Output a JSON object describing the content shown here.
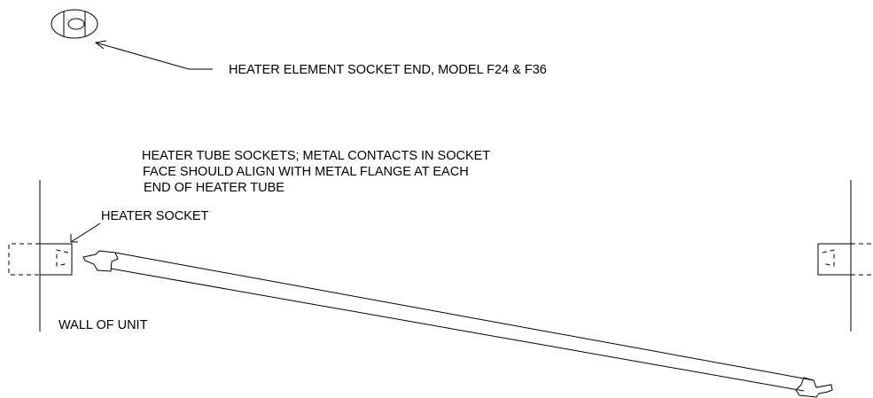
{
  "labels": {
    "socket_end": "HEATER ELEMENT SOCKET END, MODEL F24 & F36",
    "tube_sockets_line1": "HEATER TUBE SOCKETS;  METAL CONTACTS IN SOCKET",
    "tube_sockets_line2": "FACE SHOULD ALIGN WITH METAL FLANGE AT EACH",
    "tube_sockets_line3": "END OF HEATER TUBE",
    "heater_socket": "HEATER SOCKET",
    "wall_of_unit": "WALL OF UNIT"
  }
}
